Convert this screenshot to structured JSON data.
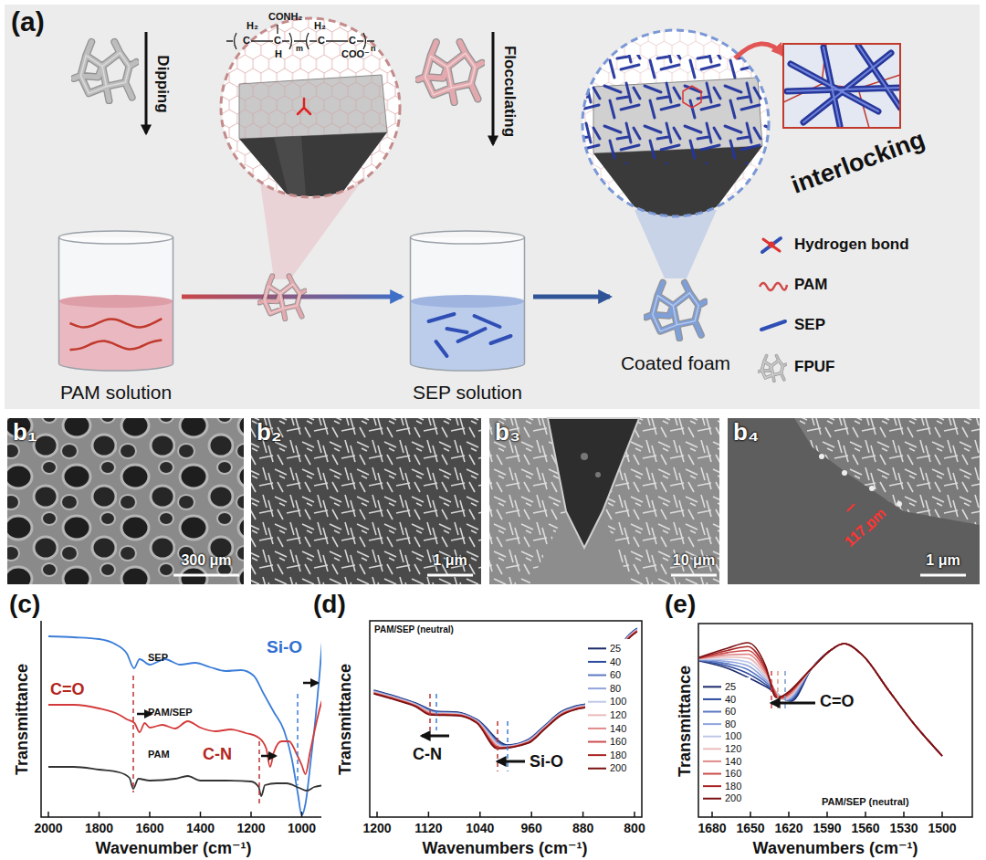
{
  "diagram": {
    "nodes": [
      {
        "text": [
          "(a)"
        ]
      },
      {
        "text": [
          "PAM solution"
        ],
        "in": 0
      },
      {
        "text": [
          "SEP solution"
        ],
        "in": 0
      },
      {
        "text": [
          "Coated foam"
        ],
        "in": 0
      }
    ],
    "edges": [
      {
        "from": 1,
        "to": 2,
        "arrow": "to"
      },
      {
        "from": 2,
        "to": 3,
        "arrow": "to"
      }
    ],
    "labels": [
      "Dipping",
      "Flocculating",
      "interlocking",
      "H₂",
      "CONH₂",
      "C",
      "C",
      "H",
      "m",
      "H₂",
      "C",
      "C",
      "COO⁻",
      "n",
      "b₁",
      "b₂",
      "b₃",
      "b₄",
      "300 μm",
      "1 μm",
      "10 μm",
      "117 nm",
      "1 μm",
      "(c)",
      "Transmittance",
      "SEP",
      "PAM/SEP",
      "PAM",
      "C=O",
      "C-N",
      "Si-O",
      "2000",
      "1800",
      "1600",
      "1400",
      "1200",
      "1000",
      "Wavenumber (cm⁻¹)",
      "(d)",
      "Transmittance",
      "PAM/SEP (neutral)",
      "C-N",
      "Si-O",
      "1200",
      "1120",
      "1040",
      "960",
      "880",
      "800",
      "Wavenumbers (cm⁻¹)",
      "(e)",
      "Transmittance",
      "C=O",
      "PAM/SEP (neutral)",
      "1680",
      "1650",
      "1620",
      "1590",
      "1560",
      "1530",
      "1500",
      "Wavenumbers (cm⁻¹)"
    ],
    "legend": [
      {
        "text": "Hydrogen bond"
      },
      {
        "text": "PAM"
      },
      {
        "text": "SEP"
      },
      {
        "text": "FPUF"
      },
      {
        "text": "25"
      },
      {
        "text": "40"
      },
      {
        "text": "60"
      },
      {
        "text": "80"
      },
      {
        "text": "100"
      },
      {
        "text": "120"
      },
      {
        "text": "140"
      },
      {
        "text": "160"
      },
      {
        "text": "180"
      },
      {
        "text": "200"
      },
      {
        "text": "25"
      },
      {
        "text": "40"
      },
      {
        "text": "60"
      },
      {
        "text": "80"
      },
      {
        "text": "100"
      },
      {
        "text": "120"
      },
      {
        "text": "140"
      },
      {
        "text": "160"
      },
      {
        "text": "180"
      },
      {
        "text": "200"
      }
    ]
  }
}
